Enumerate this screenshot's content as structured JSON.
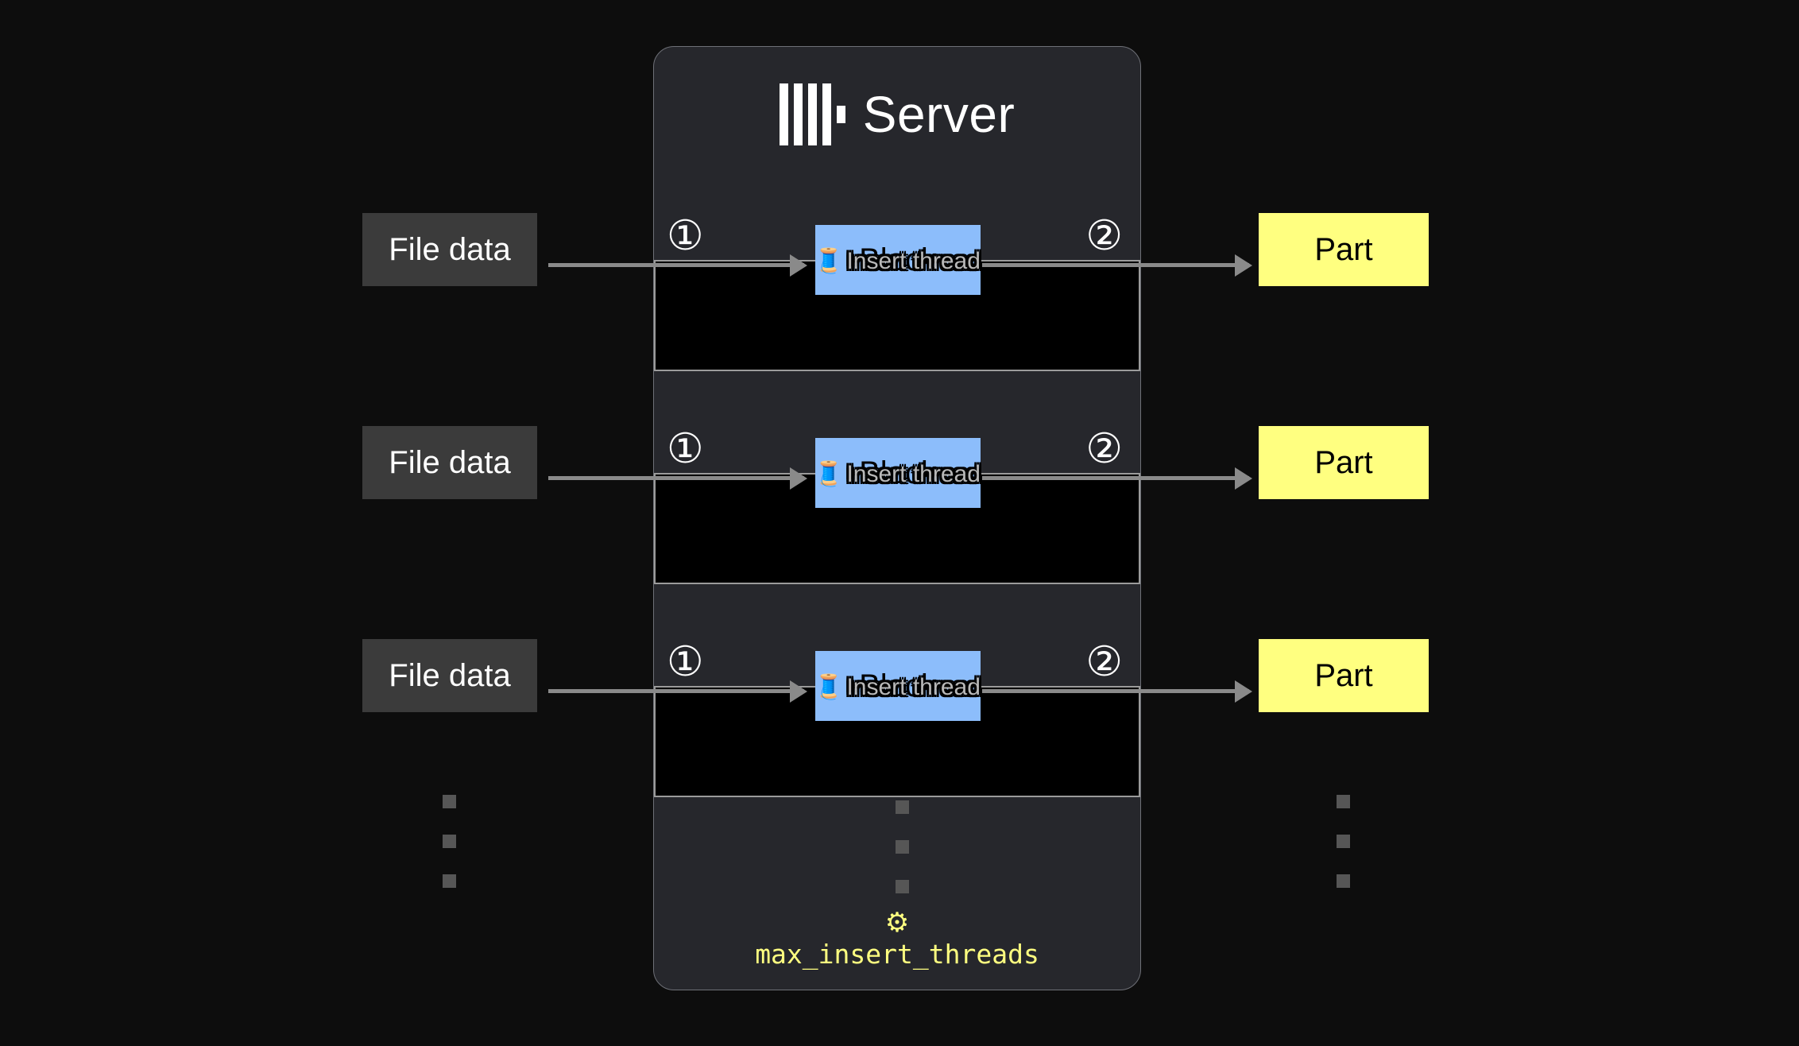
{
  "server": {
    "title": "Server",
    "logo_icon": "clickhouse-logo-icon"
  },
  "lanes": [
    {
      "thread_label": "Insert thread",
      "thread_icon": "thread-spool-icon",
      "source_label": "File data",
      "block_label": "Block",
      "output_label": "Part",
      "step_in": "①",
      "step_out": "②"
    },
    {
      "thread_label": "Insert thread",
      "thread_icon": "thread-spool-icon",
      "source_label": "File data",
      "block_label": "Block",
      "output_label": "Part",
      "step_in": "①",
      "step_out": "②"
    },
    {
      "thread_label": "Insert thread",
      "thread_icon": "thread-spool-icon",
      "source_label": "File data",
      "block_label": "Block",
      "output_label": "Part",
      "step_in": "①",
      "step_out": "②"
    }
  ],
  "setting": {
    "gear_icon": "⚙",
    "name": "max_insert_threads"
  },
  "ellipsis": {
    "glyph": "",
    "count": 3
  },
  "colors": {
    "page_background": "#0d0d0d",
    "server_panel": "#26272c",
    "server_panel_border": "#6e7077",
    "lane_background": "#000000",
    "lane_border": "#9b9b9b",
    "block": "#8cbdfb",
    "file_data": "#3b3b3b",
    "part": "#ffff80",
    "arrow": "#8a8a8a",
    "thread_text": "#b8b8b8",
    "setting_text": "#ffff80",
    "dot": "#565656"
  }
}
